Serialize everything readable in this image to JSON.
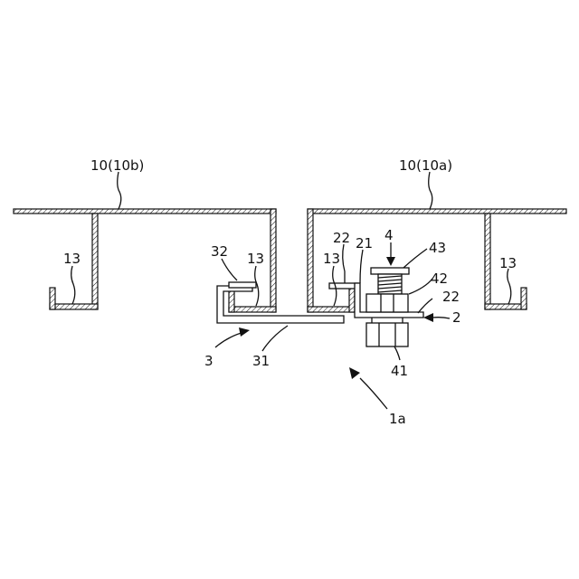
{
  "labels": {
    "panel_left": "10(10b)",
    "panel_right": "10(10a)",
    "flange_13_a": "13",
    "flange_13_b": "13",
    "flange_13_c": "13",
    "flange_13_d": "13",
    "ref_32": "32",
    "ref_22_top": "22",
    "ref_21": "21",
    "ref_4": "4",
    "ref_43": "43",
    "ref_42": "42",
    "ref_22_right": "22",
    "ref_2": "2",
    "ref_3": "3",
    "ref_31": "31",
    "ref_41": "41",
    "ref_1a": "1a"
  }
}
